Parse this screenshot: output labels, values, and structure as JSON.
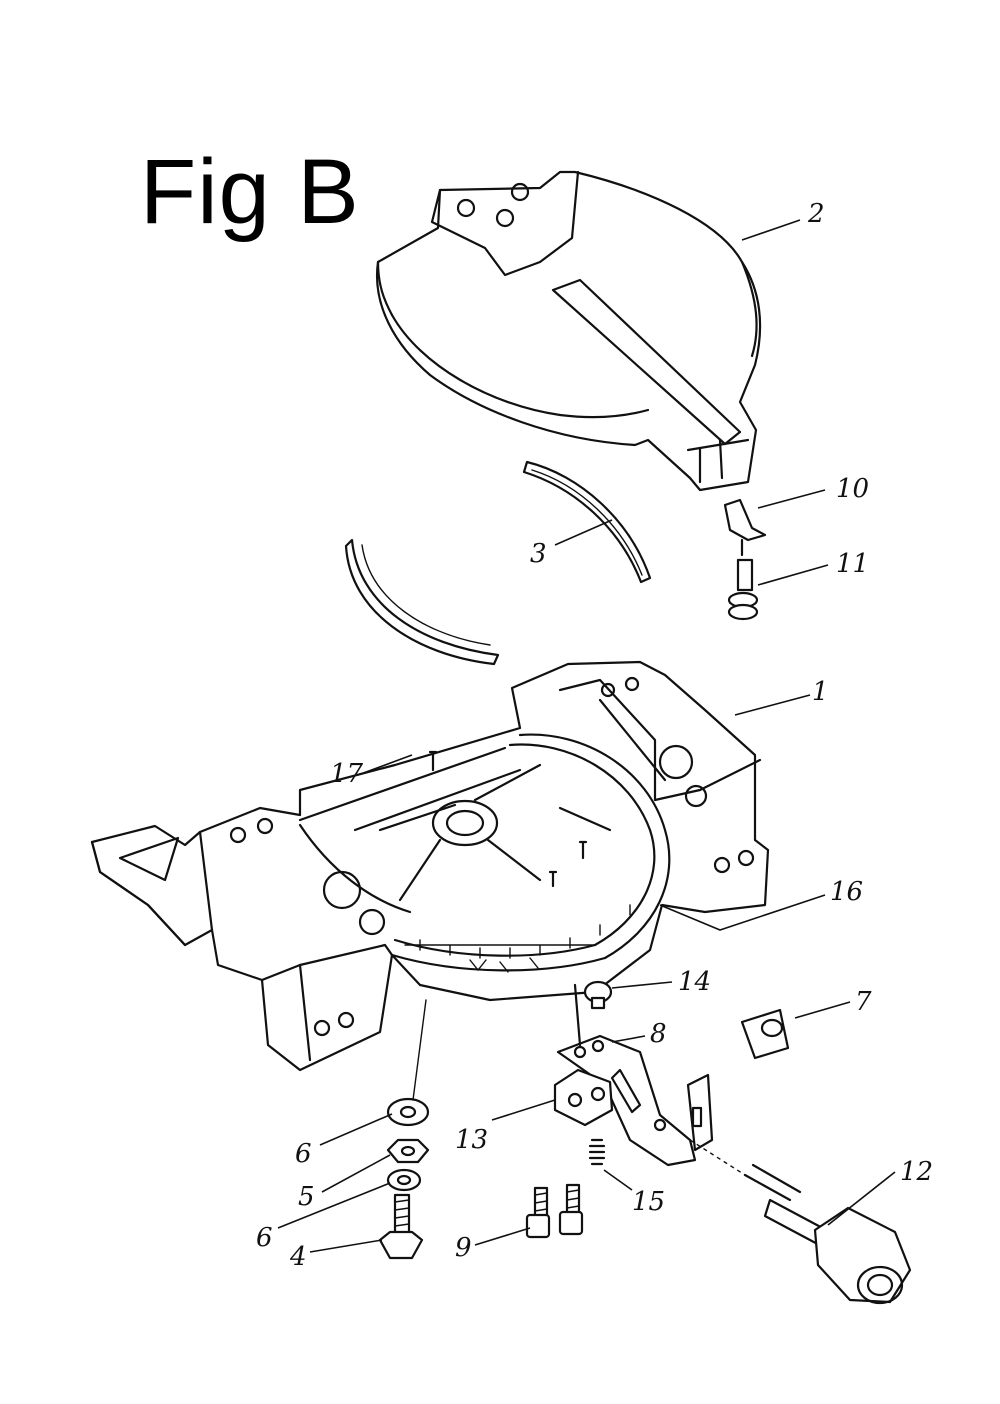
{
  "figure": {
    "title": "Fig B"
  },
  "parts": [
    {
      "id": "p1",
      "label": "1"
    },
    {
      "id": "p2",
      "label": "2"
    },
    {
      "id": "p3",
      "label": "3"
    },
    {
      "id": "p4",
      "label": "4"
    },
    {
      "id": "p5",
      "label": "5"
    },
    {
      "id": "p6a",
      "label": "6"
    },
    {
      "id": "p6b",
      "label": "6"
    },
    {
      "id": "p7",
      "label": "7"
    },
    {
      "id": "p8",
      "label": "8"
    },
    {
      "id": "p9",
      "label": "9"
    },
    {
      "id": "p10",
      "label": "10"
    },
    {
      "id": "p11",
      "label": "11"
    },
    {
      "id": "p12",
      "label": "12"
    },
    {
      "id": "p13",
      "label": "13"
    },
    {
      "id": "p14",
      "label": "14"
    },
    {
      "id": "p15",
      "label": "15"
    },
    {
      "id": "p16",
      "label": "16"
    },
    {
      "id": "p17",
      "label": "17"
    }
  ]
}
